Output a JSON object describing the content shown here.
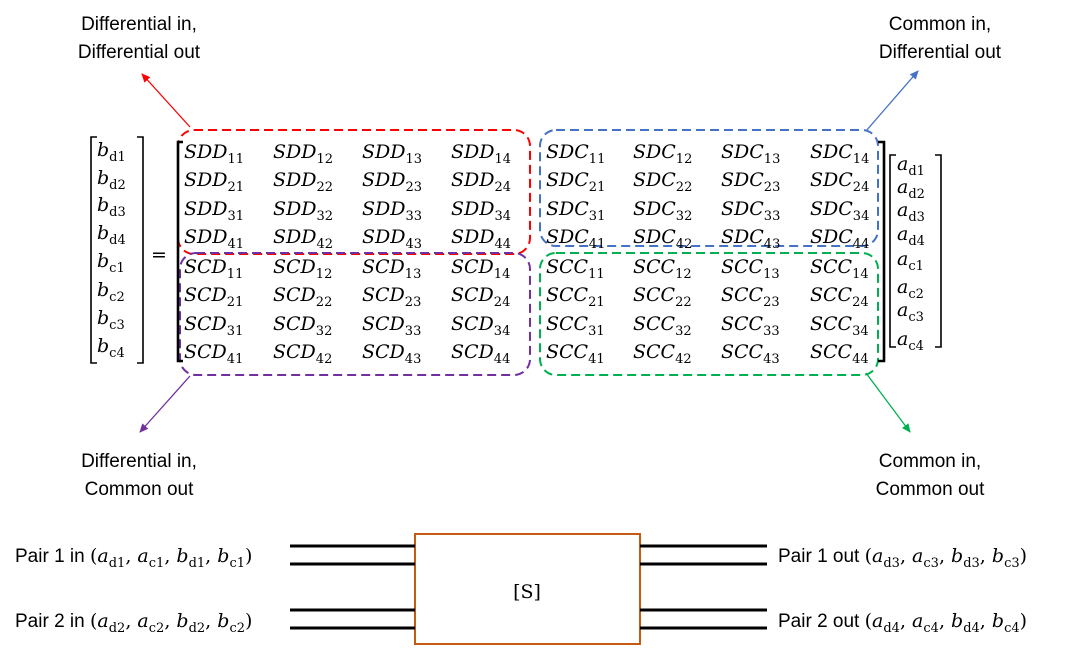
{
  "annotations": {
    "dd": {
      "line1": "Differential in,",
      "line2": "Differential out",
      "color": "#ff0000"
    },
    "cd": {
      "line1": "Common in,",
      "line2": "Differential out",
      "color": "#4472c4"
    },
    "dc": {
      "line1": "Differential in,",
      "line2": "Common out",
      "color": "#7030a0"
    },
    "cc": {
      "line1": "Common in,",
      "line2": "Common out",
      "color": "#00b050"
    }
  },
  "equation": {
    "lhs": {
      "symbol": "b",
      "subs": [
        "d1",
        "d2",
        "d3",
        "d4",
        "c1",
        "c2",
        "c3",
        "c4"
      ]
    },
    "equals": "=",
    "rhs": {
      "symbol": "a",
      "subs": [
        "d1",
        "d2",
        "d3",
        "d4",
        "c1",
        "c2",
        "c3",
        "c4"
      ]
    },
    "blocks": {
      "SDD": {
        "name": "SDD",
        "indices": [
          [
            "11",
            "12",
            "13",
            "14"
          ],
          [
            "21",
            "22",
            "23",
            "24"
          ],
          [
            "31",
            "32",
            "33",
            "34"
          ],
          [
            "41",
            "42",
            "43",
            "44"
          ]
        ]
      },
      "SDC": {
        "name": "SDC",
        "indices": [
          [
            "11",
            "12",
            "13",
            "14"
          ],
          [
            "21",
            "22",
            "23",
            "24"
          ],
          [
            "31",
            "32",
            "33",
            "34"
          ],
          [
            "41",
            "42",
            "43",
            "44"
          ]
        ]
      },
      "SCD": {
        "name": "SCD",
        "indices": [
          [
            "11",
            "12",
            "13",
            "14"
          ],
          [
            "21",
            "22",
            "23",
            "24"
          ],
          [
            "31",
            "32",
            "33",
            "34"
          ],
          [
            "41",
            "42",
            "43",
            "44"
          ]
        ]
      },
      "SCC": {
        "name": "SCC",
        "indices": [
          [
            "11",
            "12",
            "13",
            "14"
          ],
          [
            "21",
            "22",
            "23",
            "24"
          ],
          [
            "31",
            "32",
            "33",
            "34"
          ],
          [
            "41",
            "42",
            "43",
            "44"
          ]
        ]
      }
    }
  },
  "block_diagram": {
    "box_label": "[S]",
    "box_color": "#c55a11",
    "ports": [
      {
        "prefix": "Pair 1 in",
        "terms": [
          [
            "a",
            "d1"
          ],
          [
            "a",
            "c1"
          ],
          [
            "b",
            "d1"
          ],
          [
            "b",
            "c1"
          ]
        ]
      },
      {
        "prefix": "Pair 2 in",
        "terms": [
          [
            "a",
            "d2"
          ],
          [
            "a",
            "c2"
          ],
          [
            "b",
            "d2"
          ],
          [
            "b",
            "c2"
          ]
        ]
      },
      {
        "prefix": "Pair 1 out",
        "terms": [
          [
            "a",
            "d3"
          ],
          [
            "a",
            "c3"
          ],
          [
            "b",
            "d3"
          ],
          [
            "b",
            "c3"
          ]
        ]
      },
      {
        "prefix": "Pair 2 out",
        "terms": [
          [
            "a",
            "d4"
          ],
          [
            "a",
            "c4"
          ],
          [
            "b",
            "d4"
          ],
          [
            "b",
            "c4"
          ]
        ]
      }
    ]
  }
}
